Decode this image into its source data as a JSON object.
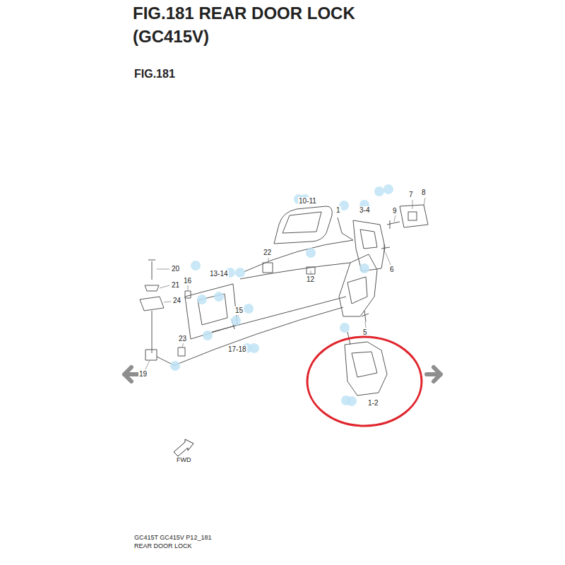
{
  "diagram": {
    "title": "FIG.181 REAR DOOR LOCK (GC415V)",
    "nodes": [
      {
        "text": [
          "1-2"
        ]
      }
    ],
    "labels": [
      "FIG.181",
      "10-11",
      "1",
      "3-4",
      "7",
      "8",
      "9",
      "6",
      "22",
      "12",
      "20",
      "21",
      "13-14",
      "16",
      "15",
      "24",
      "5",
      "23",
      "17-18",
      "19",
      "FWD",
      "GC415T GC415V P12_181",
      "REAR DOOR LOCK"
    ]
  }
}
